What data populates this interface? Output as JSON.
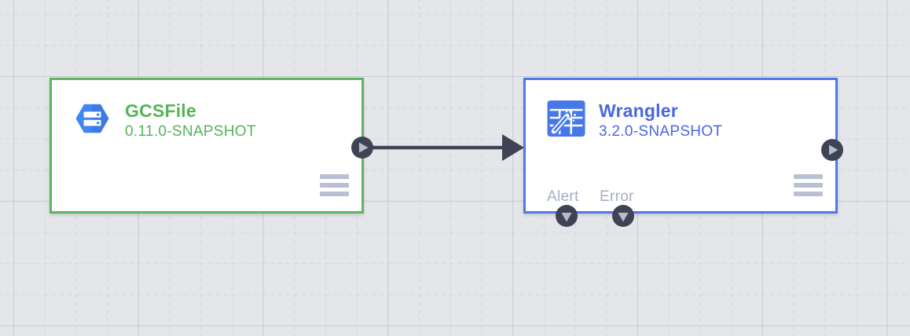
{
  "canvas": {
    "background_color": "#e5e6e9",
    "grid_minor_color": "#cbd0da",
    "grid_major_color": "#c3c8d4"
  },
  "connection": {
    "from": "GCSFile",
    "to": "Wrangler",
    "color": "#3f4454"
  },
  "icons": {
    "gcs": "gcs-storage-hexagon-icon",
    "wrangler": "wrangler-wand-grid-icon",
    "output_port": "play-triangle-icon",
    "bottom_port": "down-triangle-icon",
    "menu": "hamburger-menu-icon"
  },
  "nodes": [
    {
      "title": "GCSFile",
      "version": "0.11.0-SNAPSHOT",
      "accent_color": "#5cb65c",
      "role": "source"
    },
    {
      "title": "Wrangler",
      "version": "3.2.0-SNAPSHOT",
      "accent_color": "#4e7ae4",
      "title_color": "#4a67e2",
      "role": "transform",
      "ports": [
        {
          "label": "Alert"
        },
        {
          "label": "Error"
        }
      ]
    }
  ]
}
